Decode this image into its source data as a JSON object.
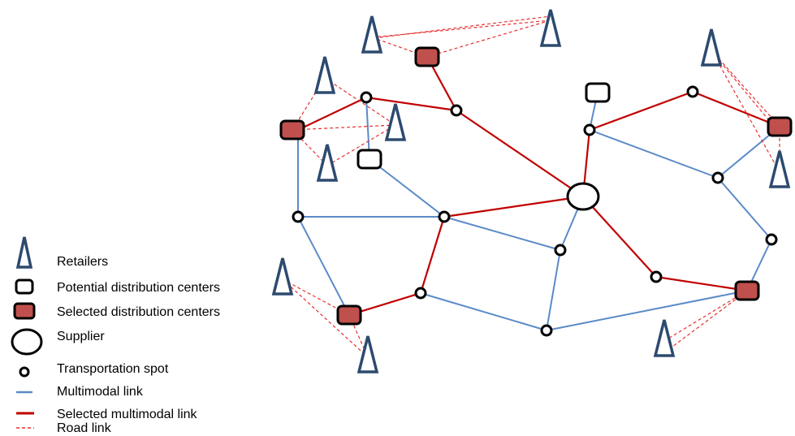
{
  "colors": {
    "multimodal": "#5b8ac8",
    "selected": "#c00000",
    "road": "#e83030",
    "retailer": "#2d4a6f",
    "dc_fill": "#c0504d",
    "node_stroke": "#000000"
  },
  "legend": {
    "retailers": "Retailers",
    "potential_dc": "Potential distribution centers",
    "selected_dc": "Selected distribution centers",
    "supplier": "Supplier",
    "transport_spot": "Transportation spot",
    "multimodal_link": "Multimodal link",
    "selected_multimodal_link": "Selected multimodal link",
    "road_link": "Road link"
  }
}
